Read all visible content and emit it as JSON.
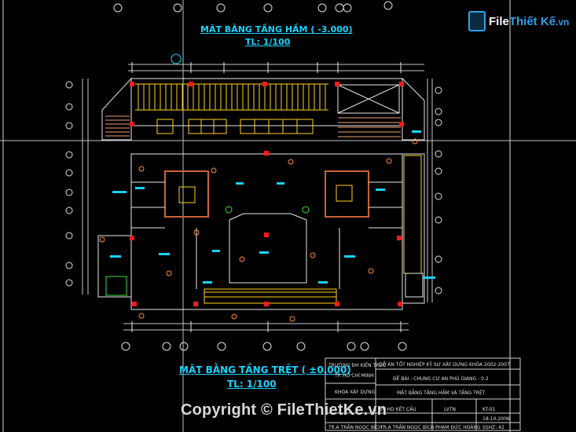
{
  "titles": {
    "basement": "MẶT BẰNG TẦNG HẦM ( -3.000)",
    "basement_scale": "TL: 1/100",
    "ground": "MẶT BẰNG TẦNG TRỆT ( ±0.000)",
    "ground_scale": "TL: 1/100"
  },
  "logo": {
    "brand_a": "File",
    "brand_b": "Thiết Kế",
    "suffix": ".vn"
  },
  "title_block": {
    "school_line1": "TRƯỜNG ĐH KIẾN TRÚC",
    "school_line2": "TP. HỒ CHÍ MINH",
    "faculty": "KHOA XÂY DỰNG",
    "project": "ĐỒ ÁN TỐT NGHIỆP KỸ SƯ XÂY DỰNG KHÓA 2002-2007",
    "topic": "ĐỀ BÀI : CHUNG CƯ AN PHÚ GIANG - 0.2",
    "drawing": "MẶT BẰNG TẦNG HẦM VÀ TẦNG TRỆT",
    "row1_a": "GV HD KẾT CẤU",
    "row1_b": "LVTN",
    "row1_c": "KT-01",
    "row2_c": "18-10-2006",
    "row3_a": "TR.A TRẦN NGỌC BÍCH",
    "row3_b": "TR.A TRẦN NGỌC BÍCH",
    "row3_mid": "PHẠM ĐỨC HOÀNG",
    "row3_c": "SSHZ: 42"
  },
  "watermark": "Copyright © FileThietKe.vn",
  "colors": {
    "cyan": "#19d3ff",
    "yellow": "#ffd21a",
    "red": "#ff1a1a",
    "orange": "#ff8a3a",
    "brown": "#c86438",
    "green": "#39e03a",
    "wall": "#e8e8e8"
  }
}
